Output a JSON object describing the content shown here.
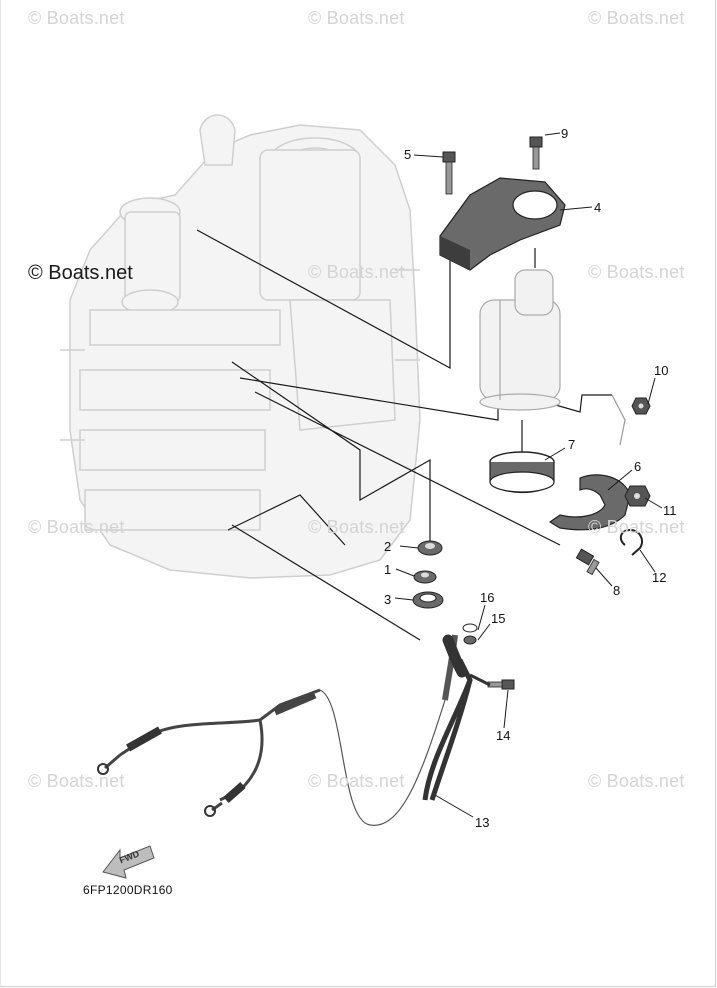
{
  "watermark": {
    "text": "© Boats.net",
    "prominent_text": "© Boats.net"
  },
  "diagram_code": "6FP1200DR160",
  "fwd_label": "FWD",
  "callouts": [
    "1",
    "2",
    "3",
    "4",
    "5",
    "6",
    "7",
    "8",
    "9",
    "10",
    "11",
    "12",
    "13",
    "14",
    "15",
    "16"
  ],
  "colors": {
    "line": "#1a1a1a",
    "engine_fill": "#f4f4f4",
    "engine_stroke": "#cfcfcf",
    "part_dark": "#4a4a4a",
    "part_mid": "#8a8a8a",
    "watermark": "#d4d4d4"
  }
}
